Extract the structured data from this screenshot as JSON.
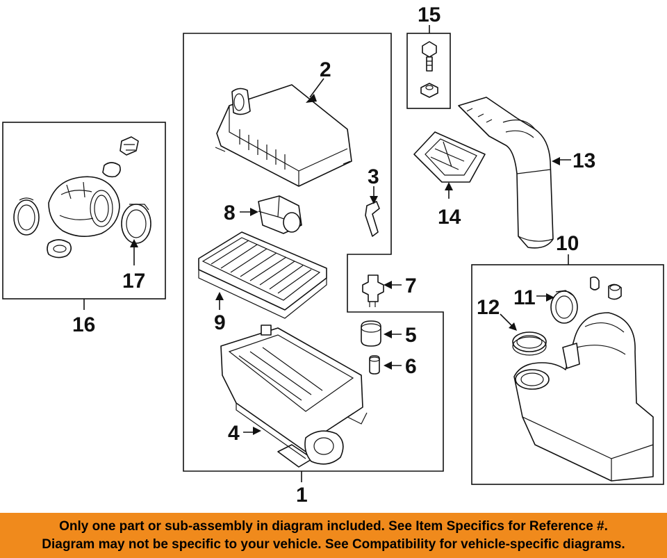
{
  "callouts": {
    "c1": "1",
    "c2": "2",
    "c3": "3",
    "c4": "4",
    "c5": "5",
    "c6": "6",
    "c7": "7",
    "c8": "8",
    "c9": "9",
    "c10": "10",
    "c11": "11",
    "c12": "12",
    "c13": "13",
    "c14": "14",
    "c15": "15",
    "c16": "16",
    "c17": "17"
  },
  "banner": {
    "line1": "Only one part or sub-assembly in diagram included. See Item Specifics for Reference #.",
    "line2": "Diagram may not be specific to your vehicle. See Compatibility for vehicle-specific diagrams.",
    "color": "#f08a1c"
  }
}
